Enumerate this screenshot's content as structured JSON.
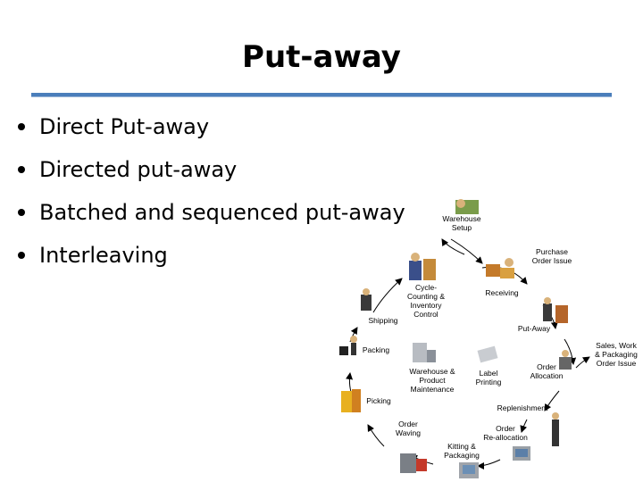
{
  "slide": {
    "title": "Put-away",
    "bullets": [
      "Direct Put-away",
      "Directed put-away",
      "Batched and sequenced put-away",
      "Interleaving"
    ]
  },
  "diagram": {
    "nodes": [
      {
        "name": "warehouse-setup",
        "lines": [
          "Warehouse",
          "Setup"
        ]
      },
      {
        "name": "purchase-order-issue",
        "lines": [
          "Purchase",
          "Order Issue"
        ]
      },
      {
        "name": "receiving",
        "lines": [
          "Receiving"
        ]
      },
      {
        "name": "put-away",
        "lines": [
          "Put-Away"
        ]
      },
      {
        "name": "sales-work-packaging-order-issue",
        "lines": [
          "Sales, Work",
          "& Packaging",
          "Order Issue"
        ]
      },
      {
        "name": "order-allocation",
        "lines": [
          "Order",
          "Allocation"
        ]
      },
      {
        "name": "replenishment",
        "lines": [
          "Replenishment"
        ]
      },
      {
        "name": "order-re-allocation",
        "lines": [
          "Order",
          "Re-allocation"
        ]
      },
      {
        "name": "kitting-packaging",
        "lines": [
          "Kitting &",
          "Packaging"
        ]
      },
      {
        "name": "order-waving",
        "lines": [
          "Order",
          "Waving"
        ]
      },
      {
        "name": "picking",
        "lines": [
          "Picking"
        ]
      },
      {
        "name": "packing",
        "lines": [
          "Packing"
        ]
      },
      {
        "name": "shipping",
        "lines": [
          "Shipping"
        ]
      },
      {
        "name": "cycle-counting-inventory-control",
        "lines": [
          "Cycle-",
          "Counting &",
          "Inventory",
          "Control"
        ]
      },
      {
        "name": "warehouse-product-maintenance",
        "lines": [
          "Warehouse &",
          "Product",
          "Maintenance"
        ]
      },
      {
        "name": "label-printing",
        "lines": [
          "Label",
          "Printing"
        ]
      }
    ]
  }
}
